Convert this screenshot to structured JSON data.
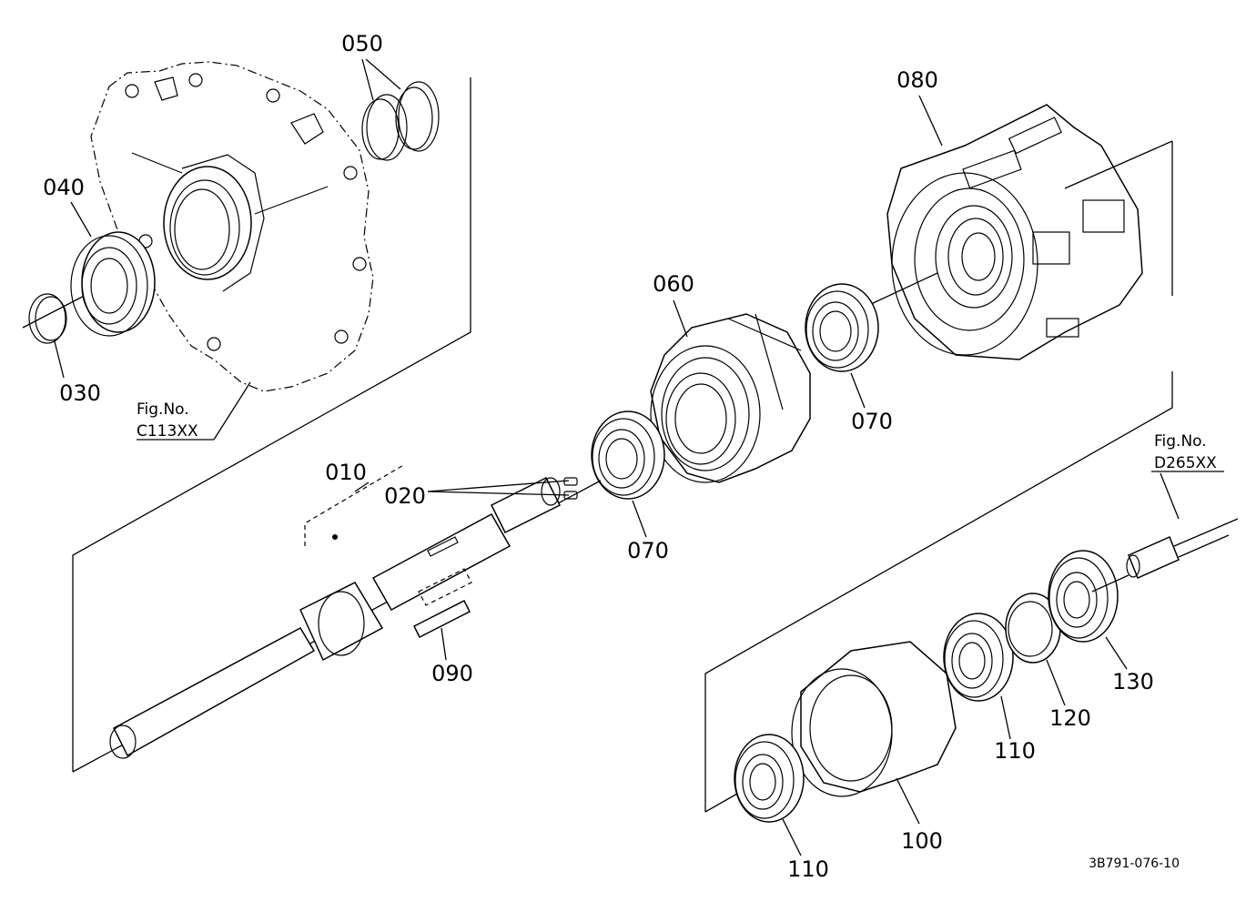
{
  "callouts": [
    {
      "id": "010",
      "label": "010"
    },
    {
      "id": "020",
      "label": "020"
    },
    {
      "id": "030",
      "label": "030"
    },
    {
      "id": "040",
      "label": "040"
    },
    {
      "id": "050",
      "label": "050"
    },
    {
      "id": "060",
      "label": "060"
    },
    {
      "id": "070a",
      "label": "070"
    },
    {
      "id": "070b",
      "label": "070"
    },
    {
      "id": "080",
      "label": "080"
    },
    {
      "id": "090",
      "label": "090"
    },
    {
      "id": "100",
      "label": "100"
    },
    {
      "id": "110a",
      "label": "110"
    },
    {
      "id": "110b",
      "label": "110"
    },
    {
      "id": "120",
      "label": "120"
    },
    {
      "id": "130",
      "label": "130"
    }
  ],
  "figure_refs": [
    {
      "id": "c113",
      "title": "Fig.No.",
      "code": "C113XX"
    },
    {
      "id": "d265",
      "title": "Fig.No.",
      "code": "D265XX"
    }
  ],
  "drawing_code": "3B791-076-10"
}
